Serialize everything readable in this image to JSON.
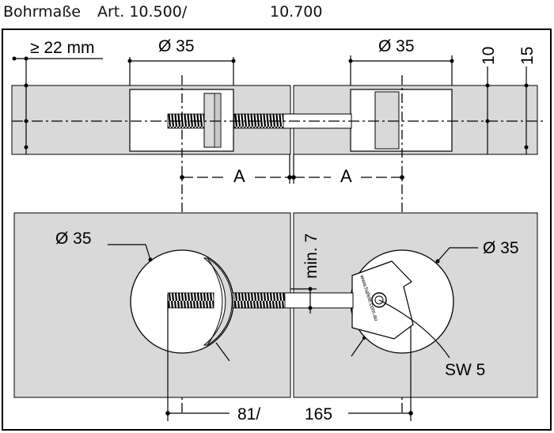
{
  "header": {
    "title": "Bohrmaße",
    "article": "Art. 10.500/",
    "article_alt": "10.700"
  },
  "top_view": {
    "min_edge": "≥ 22 mm",
    "diam_left": "Ø 35",
    "diam_right": "Ø 35",
    "dim_10": "10",
    "dim_15": "15",
    "a_left": "A",
    "a_right": "A"
  },
  "bottom_view": {
    "diam_left": "Ø 35",
    "diam_right": "Ø 35",
    "min_gap": "min. 7",
    "wrench": "SW 5",
    "distance_a": "81/",
    "distance_b": "165",
    "brand_text": "www.hafele.com.au"
  },
  "colors": {
    "panel_fill": "#d9d9d9",
    "line": "#000000",
    "background": "#ffffff"
  }
}
